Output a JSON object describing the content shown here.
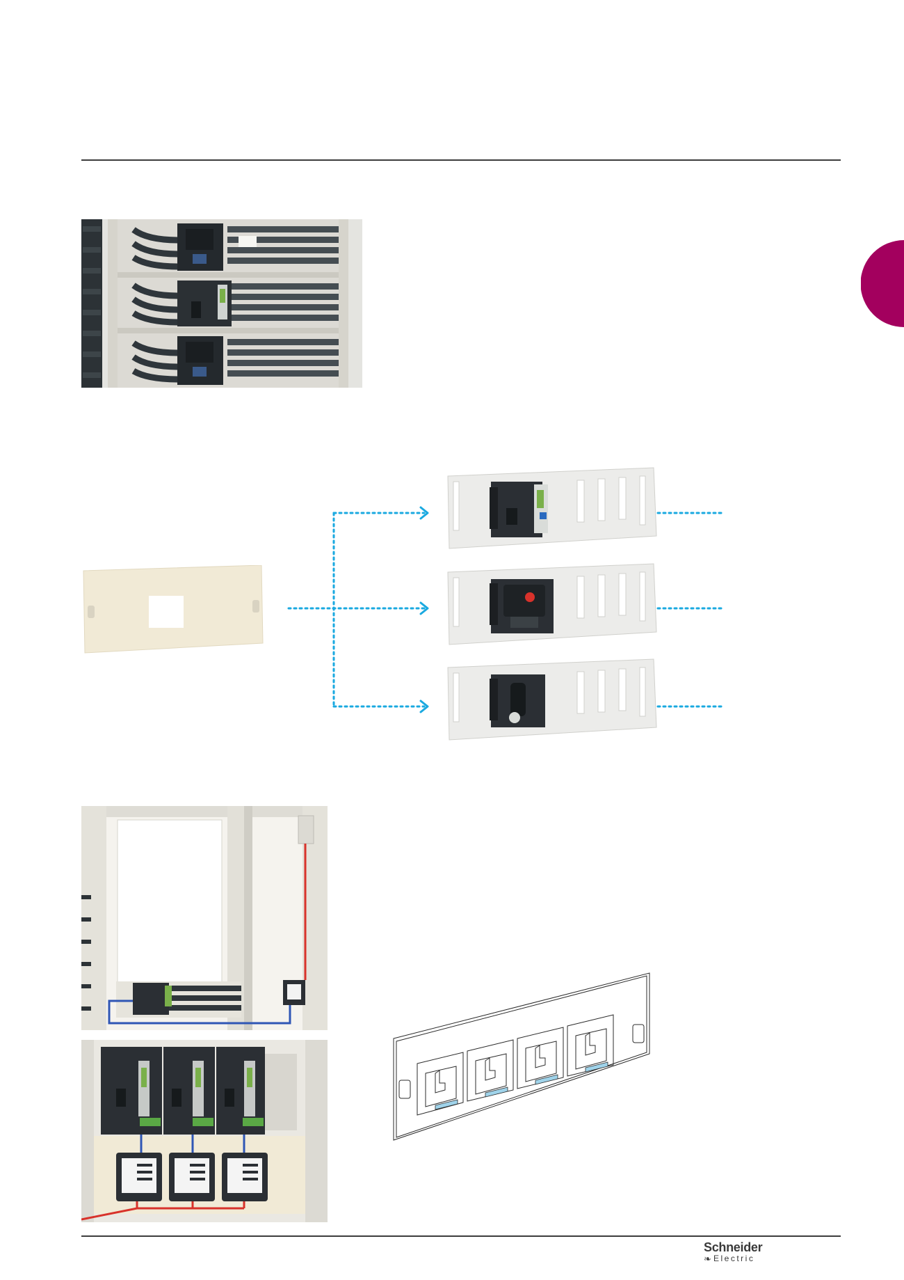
{
  "brand": {
    "name": "Schneider",
    "sub": "Electric",
    "leaf_icon": "leaf-icon"
  },
  "colors": {
    "rule": "#3c3c3c",
    "tab": "#a3005e",
    "arrow": "#1aa9e0",
    "cream": "#f1ead6",
    "device": "#2b2f34",
    "red_wire": "#d8322b",
    "blue_wire": "#2f56b5"
  },
  "illustrations": [
    "cabinet-with-breakers-photo",
    "front-plate-photo",
    "breaker-mounting-plate-1",
    "breaker-mounting-plate-2",
    "breaker-mounting-plate-3",
    "cabinet-with-meter-photo",
    "breakers-and-meters-photo",
    "four-slot-front-plate-drawing"
  ]
}
